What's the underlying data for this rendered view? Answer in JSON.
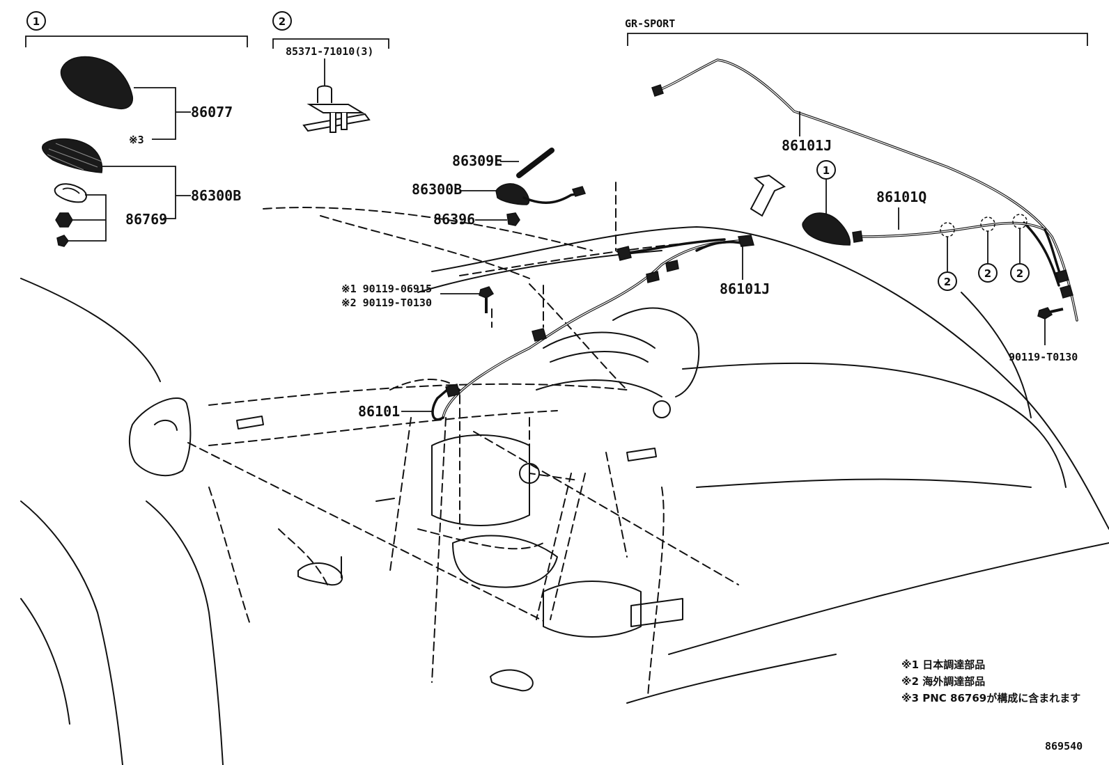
{
  "groups": {
    "g1": {
      "mark": "1"
    },
    "g2": {
      "mark": "2"
    },
    "gr": {
      "label": "GR-SPORT"
    }
  },
  "labels": {
    "p86077": "86077",
    "p86300B_left": "86300B",
    "p86769": "86769",
    "ref3": "※3",
    "p85371": "85371-71010(3)",
    "p86309E": "86309E",
    "p86300B": "86300B",
    "p86396": "86396",
    "bolt1": "※1 90119-06915",
    "bolt2": "※2 90119-T0130",
    "p86101": "86101",
    "p86101J_lower": "86101J",
    "p86101J_upper": "86101J",
    "p86101Q": "86101Q",
    "p90119": "90119-T0130"
  },
  "marks": {
    "m1": "1",
    "m2a": "2",
    "m2b": "2",
    "m2c": "2"
  },
  "notes": {
    "n1": "※1 日本調達部品",
    "n2": "※2 海外調達部品",
    "n3": "※3 PNC 86769が構成に含まれます"
  },
  "figure_number": "869540"
}
